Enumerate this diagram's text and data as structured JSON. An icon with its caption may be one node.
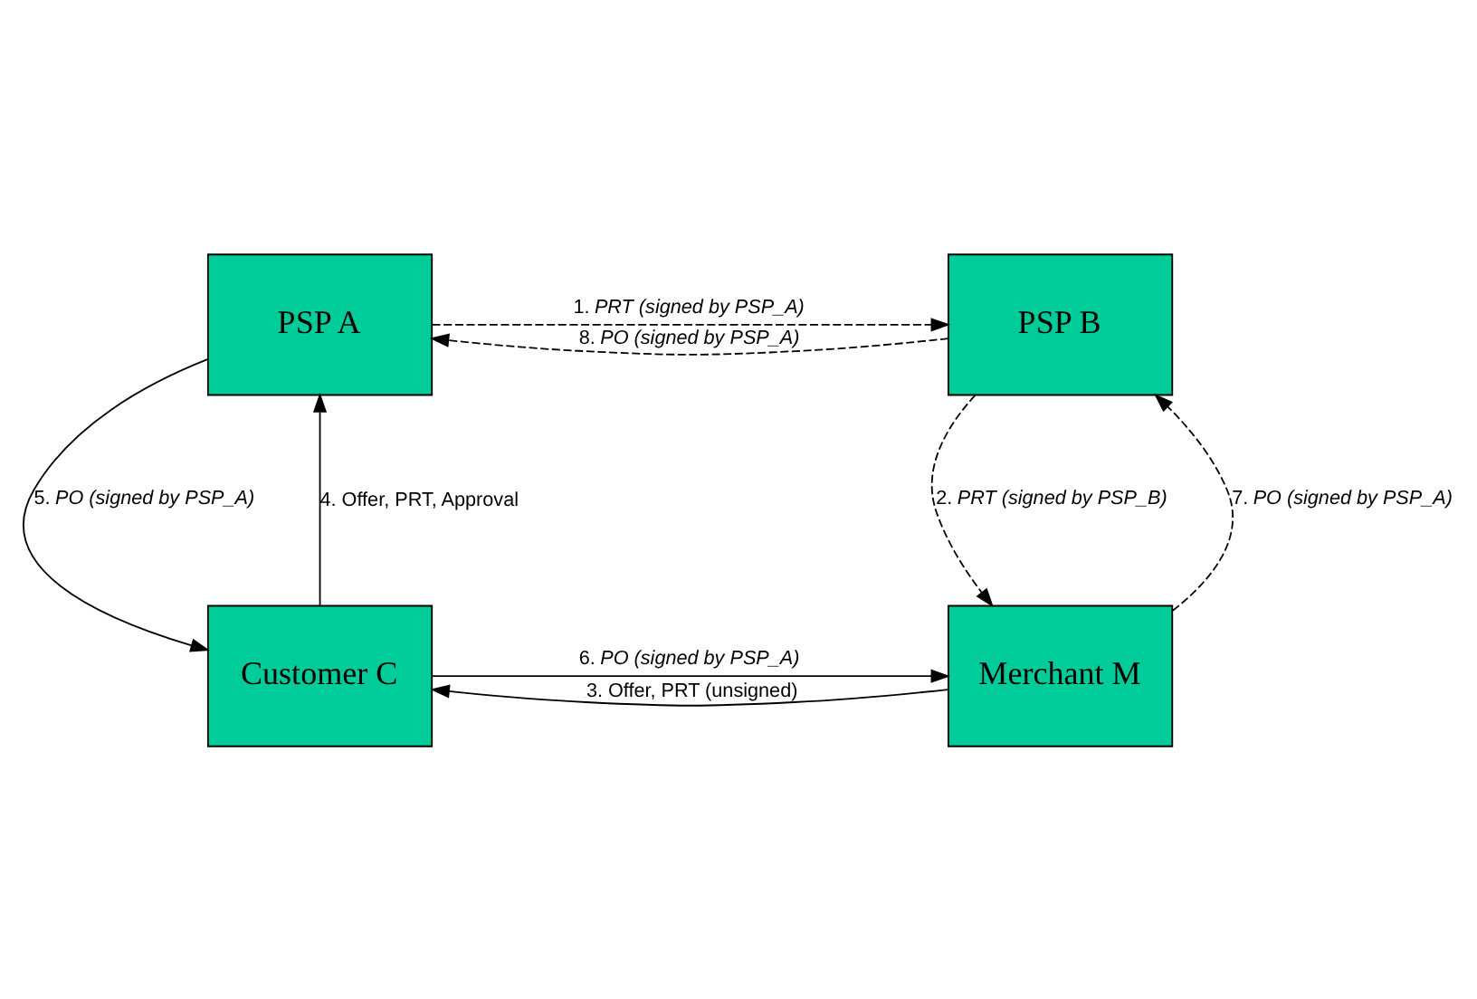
{
  "diagram": {
    "nodes": [
      {
        "text": [
          "PSP A"
        ]
      },
      {
        "text": [
          "PSP B"
        ]
      },
      {
        "text": [
          "Customer C"
        ]
      },
      {
        "text": [
          "Merchant M"
        ]
      }
    ],
    "edges": [
      {
        "from": 0,
        "to": 1,
        "arrow": "to",
        "style": "dashed",
        "label": "1. *PRT (signed by PSP_A)*"
      },
      {
        "from": 1,
        "to": 3,
        "arrow": "to",
        "style": "dashed",
        "label": "2. *PRT (signed by PSP_B)*"
      },
      {
        "from": 3,
        "to": 2,
        "arrow": "to",
        "label": "3. Offer, PRT (unsigned)"
      },
      {
        "from": 2,
        "to": 0,
        "arrow": "to",
        "label": "4. Offer, PRT, Approval"
      },
      {
        "from": 0,
        "to": 2,
        "arrow": "to",
        "label": "5. *PO (signed by PSP_A)*"
      },
      {
        "from": 2,
        "to": 3,
        "arrow": "to",
        "label": "6. *PO (signed by PSP_A)*"
      },
      {
        "from": 3,
        "to": 1,
        "arrow": "to",
        "style": "dashed",
        "label": "7. *PO (signed by PSP_A)*"
      },
      {
        "from": 1,
        "to": 0,
        "arrow": "to",
        "style": "dashed",
        "label": "8. *PO (signed by PSP_A)*"
      }
    ]
  }
}
